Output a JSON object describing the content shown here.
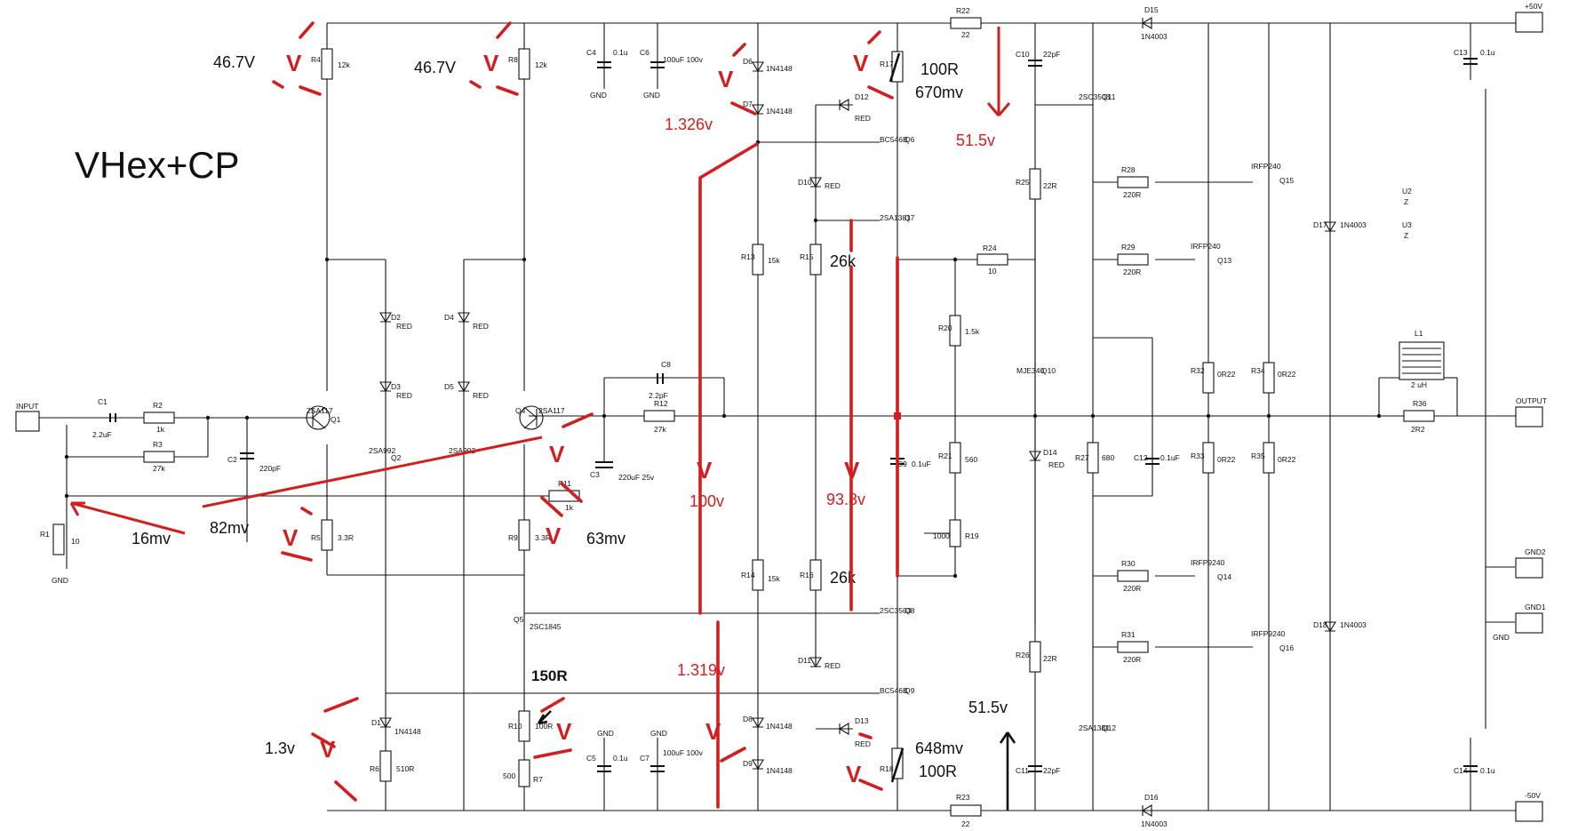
{
  "title": "VHex+CP",
  "rails": {
    "positive": "+50V",
    "negative": "-50V",
    "gnd1": "GND1",
    "gnd2": "GND2",
    "output": "OUTPUT",
    "input": "INPUT"
  },
  "resistors": [
    {
      "ref": "R1",
      "value": "10"
    },
    {
      "ref": "R2",
      "value": "1k"
    },
    {
      "ref": "R3",
      "value": "27k"
    },
    {
      "ref": "R4",
      "value": "12k"
    },
    {
      "ref": "R5",
      "value": "3.3R"
    },
    {
      "ref": "R6",
      "value": "510R"
    },
    {
      "ref": "R8",
      "value": "12k"
    },
    {
      "ref": "R9",
      "value": "3.3R"
    },
    {
      "ref": "R10",
      "value": "100R"
    },
    {
      "ref": "R11",
      "value": "1k"
    },
    {
      "ref": "R12",
      "value": "27k"
    },
    {
      "ref": "R13",
      "value": "15k"
    },
    {
      "ref": "R14",
      "value": "15k"
    },
    {
      "ref": "R15",
      "value": ""
    },
    {
      "ref": "R16",
      "value": ""
    },
    {
      "ref": "R17",
      "value": ""
    },
    {
      "ref": "R18",
      "value": ""
    },
    {
      "ref": "R19",
      "value": "1000"
    },
    {
      "ref": "R20",
      "value": "1.5k"
    },
    {
      "ref": "R21",
      "value": "560"
    },
    {
      "ref": "R22",
      "value": "22"
    },
    {
      "ref": "R23",
      "value": "22"
    },
    {
      "ref": "R24",
      "value": "10"
    },
    {
      "ref": "R25",
      "value": "22R"
    },
    {
      "ref": "R26",
      "value": "22R"
    },
    {
      "ref": "R27",
      "value": "680"
    },
    {
      "ref": "R28",
      "value": "220R"
    },
    {
      "ref": "R29",
      "value": "220R"
    },
    {
      "ref": "R30",
      "value": "220R"
    },
    {
      "ref": "R31",
      "value": "220R"
    },
    {
      "ref": "R32",
      "value": "0R22"
    },
    {
      "ref": "R33",
      "value": "0R22"
    },
    {
      "ref": "R34",
      "value": "0R22"
    },
    {
      "ref": "R35",
      "value": "0R22"
    },
    {
      "ref": "R36",
      "value": "2R2"
    },
    {
      "ref": "R7",
      "value": "500"
    }
  ],
  "capacitors": [
    {
      "ref": "C1",
      "value": "2.2uF"
    },
    {
      "ref": "C2",
      "value": "220pF"
    },
    {
      "ref": "C3",
      "value": "220uF 25v"
    },
    {
      "ref": "C4",
      "value": "0.1u"
    },
    {
      "ref": "C5",
      "value": "0.1u"
    },
    {
      "ref": "C6",
      "value": "100uF 100v"
    },
    {
      "ref": "C7",
      "value": "100uF 100v"
    },
    {
      "ref": "C8",
      "value": "2.2pF"
    },
    {
      "ref": "C9",
      "value": "0.1uF"
    },
    {
      "ref": "C10",
      "value": "22pF"
    },
    {
      "ref": "C11",
      "value": "22pF"
    },
    {
      "ref": "C12",
      "value": "0.1uF"
    },
    {
      "ref": "C13",
      "value": "0.1u"
    },
    {
      "ref": "C14",
      "value": "0.1u"
    }
  ],
  "transistors": [
    {
      "ref": "Q1",
      "part": "2SA117"
    },
    {
      "ref": "Q4",
      "part": "2SA117"
    },
    {
      "ref": "Q2",
      "part": "2SA992"
    },
    {
      "ref": "Q3",
      "part": "2SA992"
    },
    {
      "ref": "Q5",
      "part": "2SC1845"
    },
    {
      "ref": "Q6",
      "part": "BC546B"
    },
    {
      "ref": "Q7",
      "part": "2SA1381"
    },
    {
      "ref": "Q8",
      "part": "2SC3503"
    },
    {
      "ref": "Q9",
      "part": "BC546B"
    },
    {
      "ref": "Q10",
      "part": "MJE340"
    },
    {
      "ref": "Q11",
      "part": "2SC3503"
    },
    {
      "ref": "Q12",
      "part": "2SA1381"
    },
    {
      "ref": "Q13",
      "part": "IRFP240"
    },
    {
      "ref": "Q14",
      "part": "IRFP9240"
    },
    {
      "ref": "Q15",
      "part": "IRFP240"
    },
    {
      "ref": "Q16",
      "part": "IRFP9240"
    }
  ],
  "diodes": [
    {
      "ref": "D1",
      "part": "1N4148"
    },
    {
      "ref": "D2",
      "part": "RED"
    },
    {
      "ref": "D3",
      "part": "RED"
    },
    {
      "ref": "D4",
      "part": "RED"
    },
    {
      "ref": "D5",
      "part": "RED"
    },
    {
      "ref": "D6",
      "part": "1N4148"
    },
    {
      "ref": "D7",
      "part": "1N4148"
    },
    {
      "ref": "D8",
      "part": "1N4148"
    },
    {
      "ref": "D9",
      "part": "1N4148"
    },
    {
      "ref": "D10",
      "part": "RED"
    },
    {
      "ref": "D11",
      "part": "RED"
    },
    {
      "ref": "D12",
      "part": "RED"
    },
    {
      "ref": "D13",
      "part": "RED"
    },
    {
      "ref": "D14",
      "part": "RED"
    },
    {
      "ref": "D15",
      "part": "1N4003"
    },
    {
      "ref": "D16",
      "part": "1N4003"
    },
    {
      "ref": "D17",
      "part": "1N4003"
    },
    {
      "ref": "D18",
      "part": "1N4003"
    }
  ],
  "misc": {
    "inductor_ref": "L1",
    "inductor_value": "2 uH",
    "u2": "U2",
    "u3": "U3",
    "z": "Z",
    "gnd": "GND"
  },
  "annotations": {
    "v": "V",
    "v_r4": "46.7V",
    "v_r8": "46.7V",
    "v_d67": "1.326v",
    "v_r17_r": "100R",
    "v_r17_mv": "670mv",
    "v_r22": "51.5v",
    "v_r23": "51.5v",
    "v_r13": "100v",
    "v_r15": "93.8v",
    "v_r15_label": "26k",
    "v_r16_label": "26k",
    "v_r1": "16mv",
    "v_r5": "82mv",
    "v_r9": "63mv",
    "v_d89": "1.319v",
    "v_r10": "150R",
    "v_d1": "1.3v",
    "v_r18_mv": "648mv",
    "v_r18_r": "100R"
  },
  "colors": {
    "annotation": "#d21e1e",
    "wire": "#111111"
  }
}
